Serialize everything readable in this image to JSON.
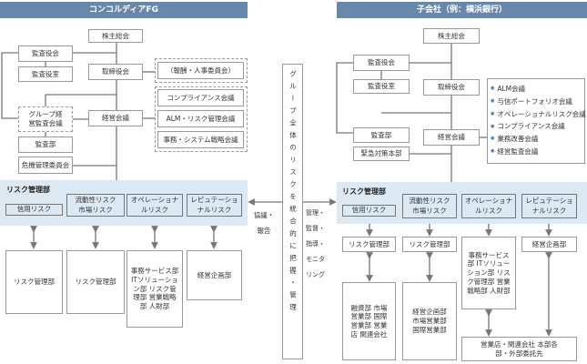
{
  "left": {
    "title": "コンコルディアFG",
    "shareholders": "株主総会",
    "audit_board": "監査役会",
    "audit_office": "監査役室",
    "board": "取締役会",
    "committee": "（報酬・人事委員会）",
    "councils": [
      "コンプライアンス会議",
      "ALM・リスク管理会議",
      "事務・システム戦略会議"
    ],
    "group_audit": "グループ経営監査会議",
    "mgmt": "経営会議",
    "audit_dept": "監査部",
    "crisis": "危機管理委員会",
    "risk": {
      "title": "リスク管理部",
      "cats": [
        "信用リスク",
        "流動性リスク 市場リスク",
        "オペレーショナルリスク",
        "レピュテーショナルリスク"
      ]
    },
    "depts": [
      "リスク管理部",
      "リスク管理部",
      "事務サービス部 ITソリューション部 リスク管理部 営業戦略部 人財部",
      "経営企画部"
    ],
    "link_label": "協議・報告"
  },
  "center": {
    "text": "グループ全体のリスクを統合的に把握・管理"
  },
  "right": {
    "title": "子会社（例：横浜銀行）",
    "shareholders": "株主総会",
    "audit_board": "監査役会",
    "audit_office": "監査役室",
    "board": "取締役会",
    "audit_dept": "監査部",
    "emergency": "緊急対策本部",
    "mgmt": "経営会議",
    "councils": [
      "ALM会議",
      "与信ポートフォリオ会議",
      "オペレーショナルリスク会議",
      "コンプライアンス会議",
      "業務改善会議",
      "経営監査会議"
    ],
    "risk": {
      "title": "リスク管理部",
      "cats": [
        "信用リスク",
        "流動性リスク 市場リスク",
        "オペレーショナルリスク",
        "レピュテーショナルリスク"
      ]
    },
    "depts": [
      "リスク管理部",
      "リスク管理部",
      "事務サービス部 ITソリューション部 リスク管理部 営業戦略部 人財部",
      "経営企画部"
    ],
    "lower": [
      "融資部 市場営業部 国際営業部 営業店 関連会社",
      "経営企画部 市場営業部 国際営業部",
      "営業店・関連会社 本部各部・外部委託先"
    ],
    "link_label": "管理・監督・指導・モニタリング"
  }
}
